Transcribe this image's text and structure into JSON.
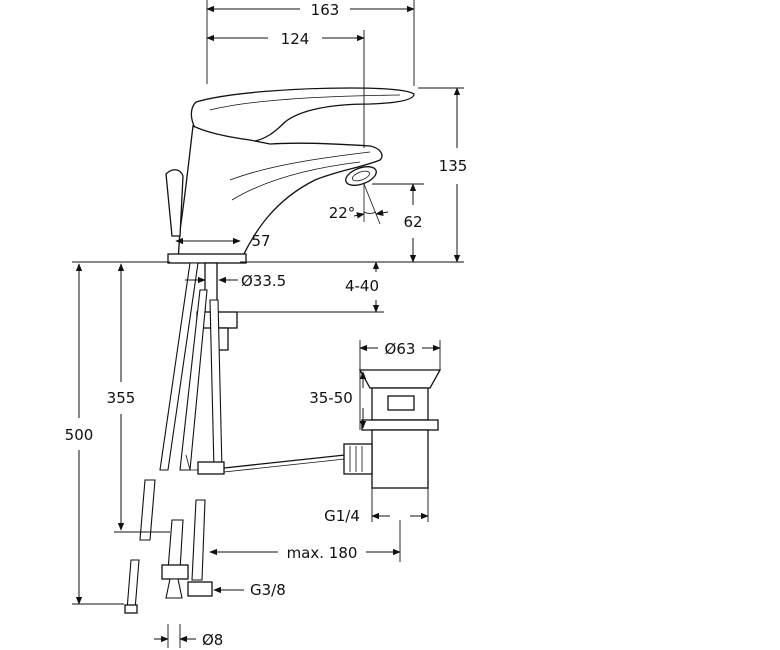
{
  "dimensions": {
    "overall_width": "163",
    "spout_reach": "124",
    "overall_height": "135",
    "spout_height": "62",
    "spout_angle": "22°",
    "base_offset": "57",
    "base_diameter": "Ø33.5",
    "deck_thickness": "4-40",
    "hose_length_short": "355",
    "hose_length_long": "500",
    "waste_diameter": "Ø63",
    "waste_adjust": "35-50",
    "waste_thread": "G1/4",
    "rod_length": "max. 180",
    "connection_thread": "G3/8",
    "hose_diameter": "Ø8"
  }
}
